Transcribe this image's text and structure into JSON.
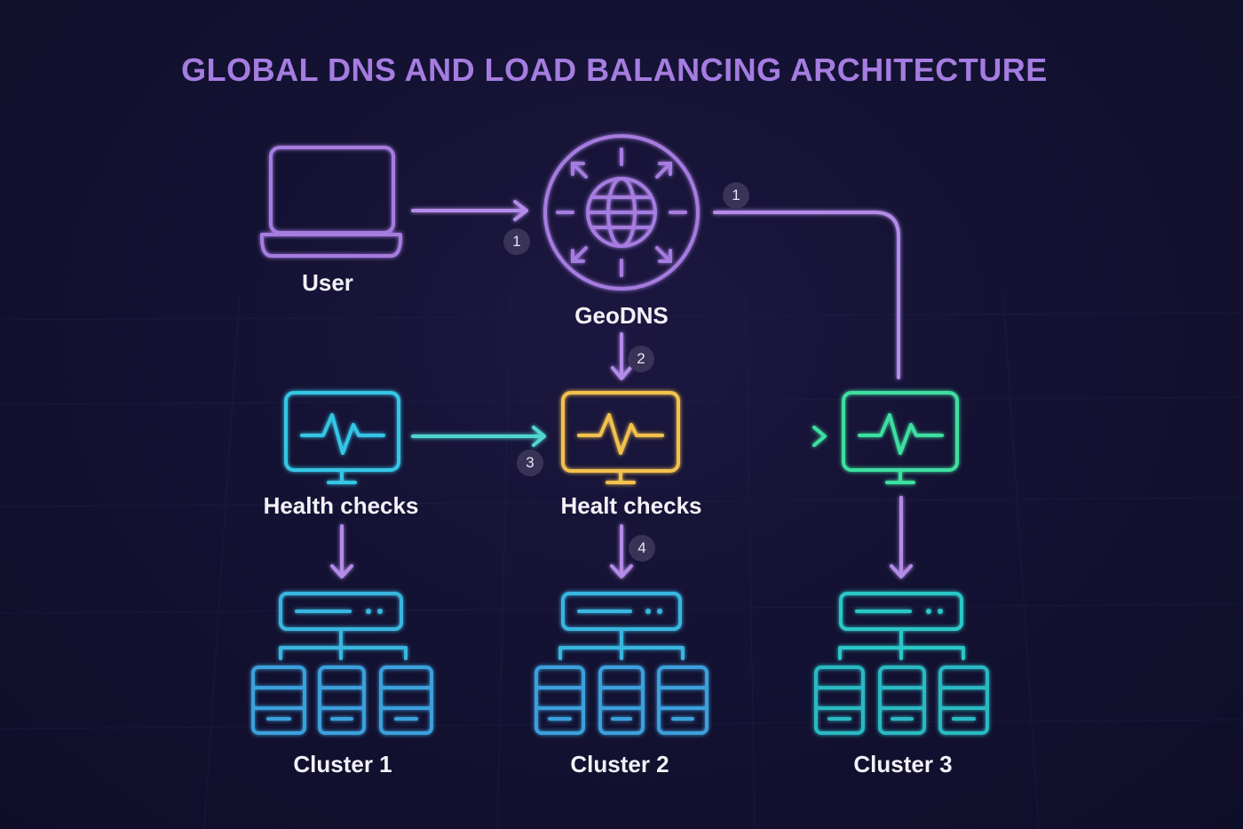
{
  "title": "GLOBAL DNS AND LOAD BALANCING ARCHITECTURE",
  "nodes": {
    "user": {
      "label": "User",
      "icon": "laptop-icon"
    },
    "geodns": {
      "label": "GeoDNS",
      "icon": "globe-icon"
    },
    "health_left": {
      "label": "Health checks",
      "icon": "monitor-pulse-icon"
    },
    "health_center": {
      "label": "Healt checks",
      "icon": "monitor-pulse-icon"
    },
    "health_right": {
      "label": "",
      "icon": "monitor-pulse-icon"
    },
    "cluster1": {
      "label": "Cluster 1",
      "icon": "server-cluster-icon"
    },
    "cluster2": {
      "label": "Cluster 2",
      "icon": "server-cluster-icon"
    },
    "cluster3": {
      "label": "Cluster 3",
      "icon": "server-cluster-icon"
    }
  },
  "steps": {
    "user_to_geodns": "1",
    "geodns_to_right": "1",
    "geodns_to_center": "2",
    "left_to_center": "3",
    "center_to_cluster": "4"
  },
  "colors": {
    "purple": "#a57ce0",
    "cyan": "#35c6e6",
    "amber": "#f3c24e",
    "green": "#3ee0a0",
    "arrow_purple": "#b38be8",
    "arrow_teal": "#4fd6d0",
    "server_blue": "#3aa7e0",
    "server_teal": "#2cc7c7"
  }
}
